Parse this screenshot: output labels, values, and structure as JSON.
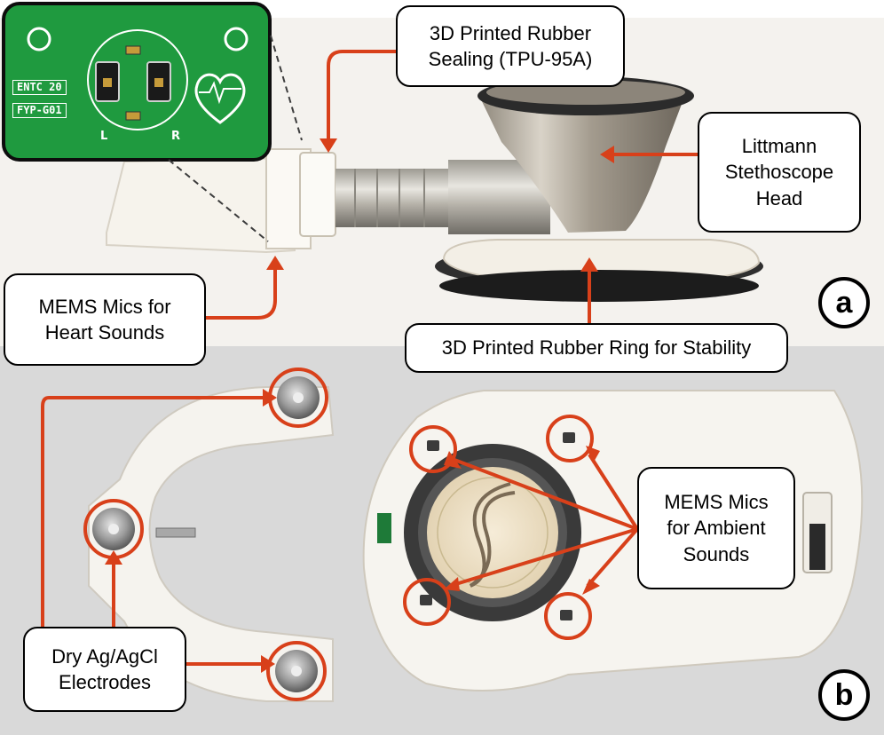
{
  "panel_a": {
    "badge": "a",
    "callouts": {
      "rubber_sealing": "3D Printed Rubber\nSealing (TPU-95A)",
      "stethoscope_head": "Littmann\nStethoscope\nHead",
      "mems_heart": "MEMS Mics for\nHeart Sounds",
      "rubber_ring": "3D Printed Rubber Ring for Stability"
    },
    "pcb": {
      "label_1": "ENTC 20",
      "label_2": "FYP-G01",
      "left": "L",
      "right": "R"
    }
  },
  "panel_b": {
    "badge": "b",
    "callouts": {
      "mems_ambient": "MEMS Mics\nfor Ambient\nSounds",
      "electrodes": "Dry Ag/AgCl\nElectrodes"
    }
  },
  "colors": {
    "annotation": "#d8401a",
    "pcb_green": "#1f9a3f",
    "panel_b_bg": "#d9d9d9"
  }
}
